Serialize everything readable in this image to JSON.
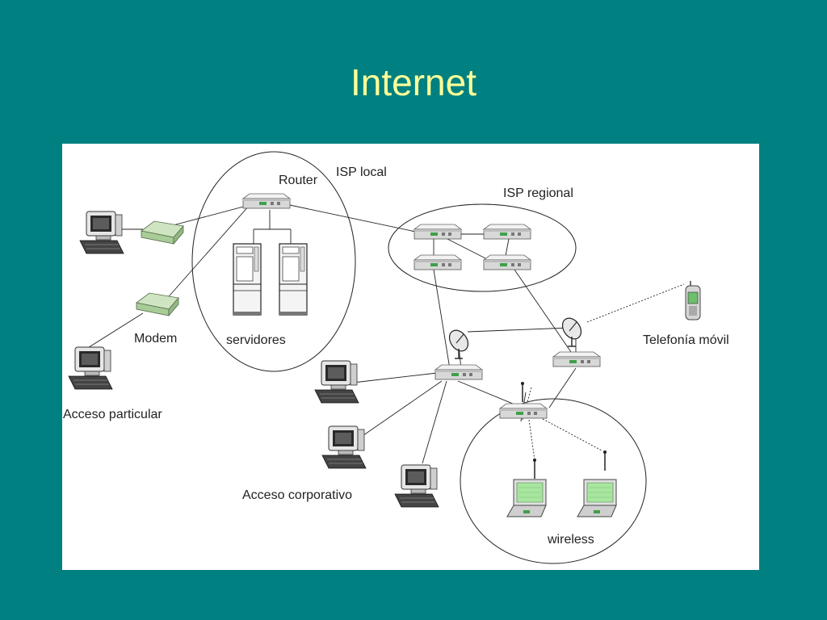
{
  "slide": {
    "title": "Internet"
  },
  "diagram": {
    "labels": {
      "router": "Router",
      "isp_local": "ISP local",
      "isp_regional": "ISP regional",
      "servers": "servidores",
      "modem": "Modem",
      "home_access": "Acceso particular",
      "corporate_access": "Acceso corporativo",
      "mobile": "Telefonía móvil",
      "wireless": "wireless"
    },
    "icons": [
      "computer-icon",
      "modem-icon",
      "router-icon",
      "server-icon",
      "satellite-dish-icon",
      "mobile-phone-icon",
      "laptop-icon",
      "antenna-icon"
    ],
    "colors": {
      "background": "#008080",
      "title": "#ffff99",
      "panel": "#ffffff",
      "modem": "#b9d6a6",
      "laptop_screen": "#a8e6a0"
    }
  }
}
